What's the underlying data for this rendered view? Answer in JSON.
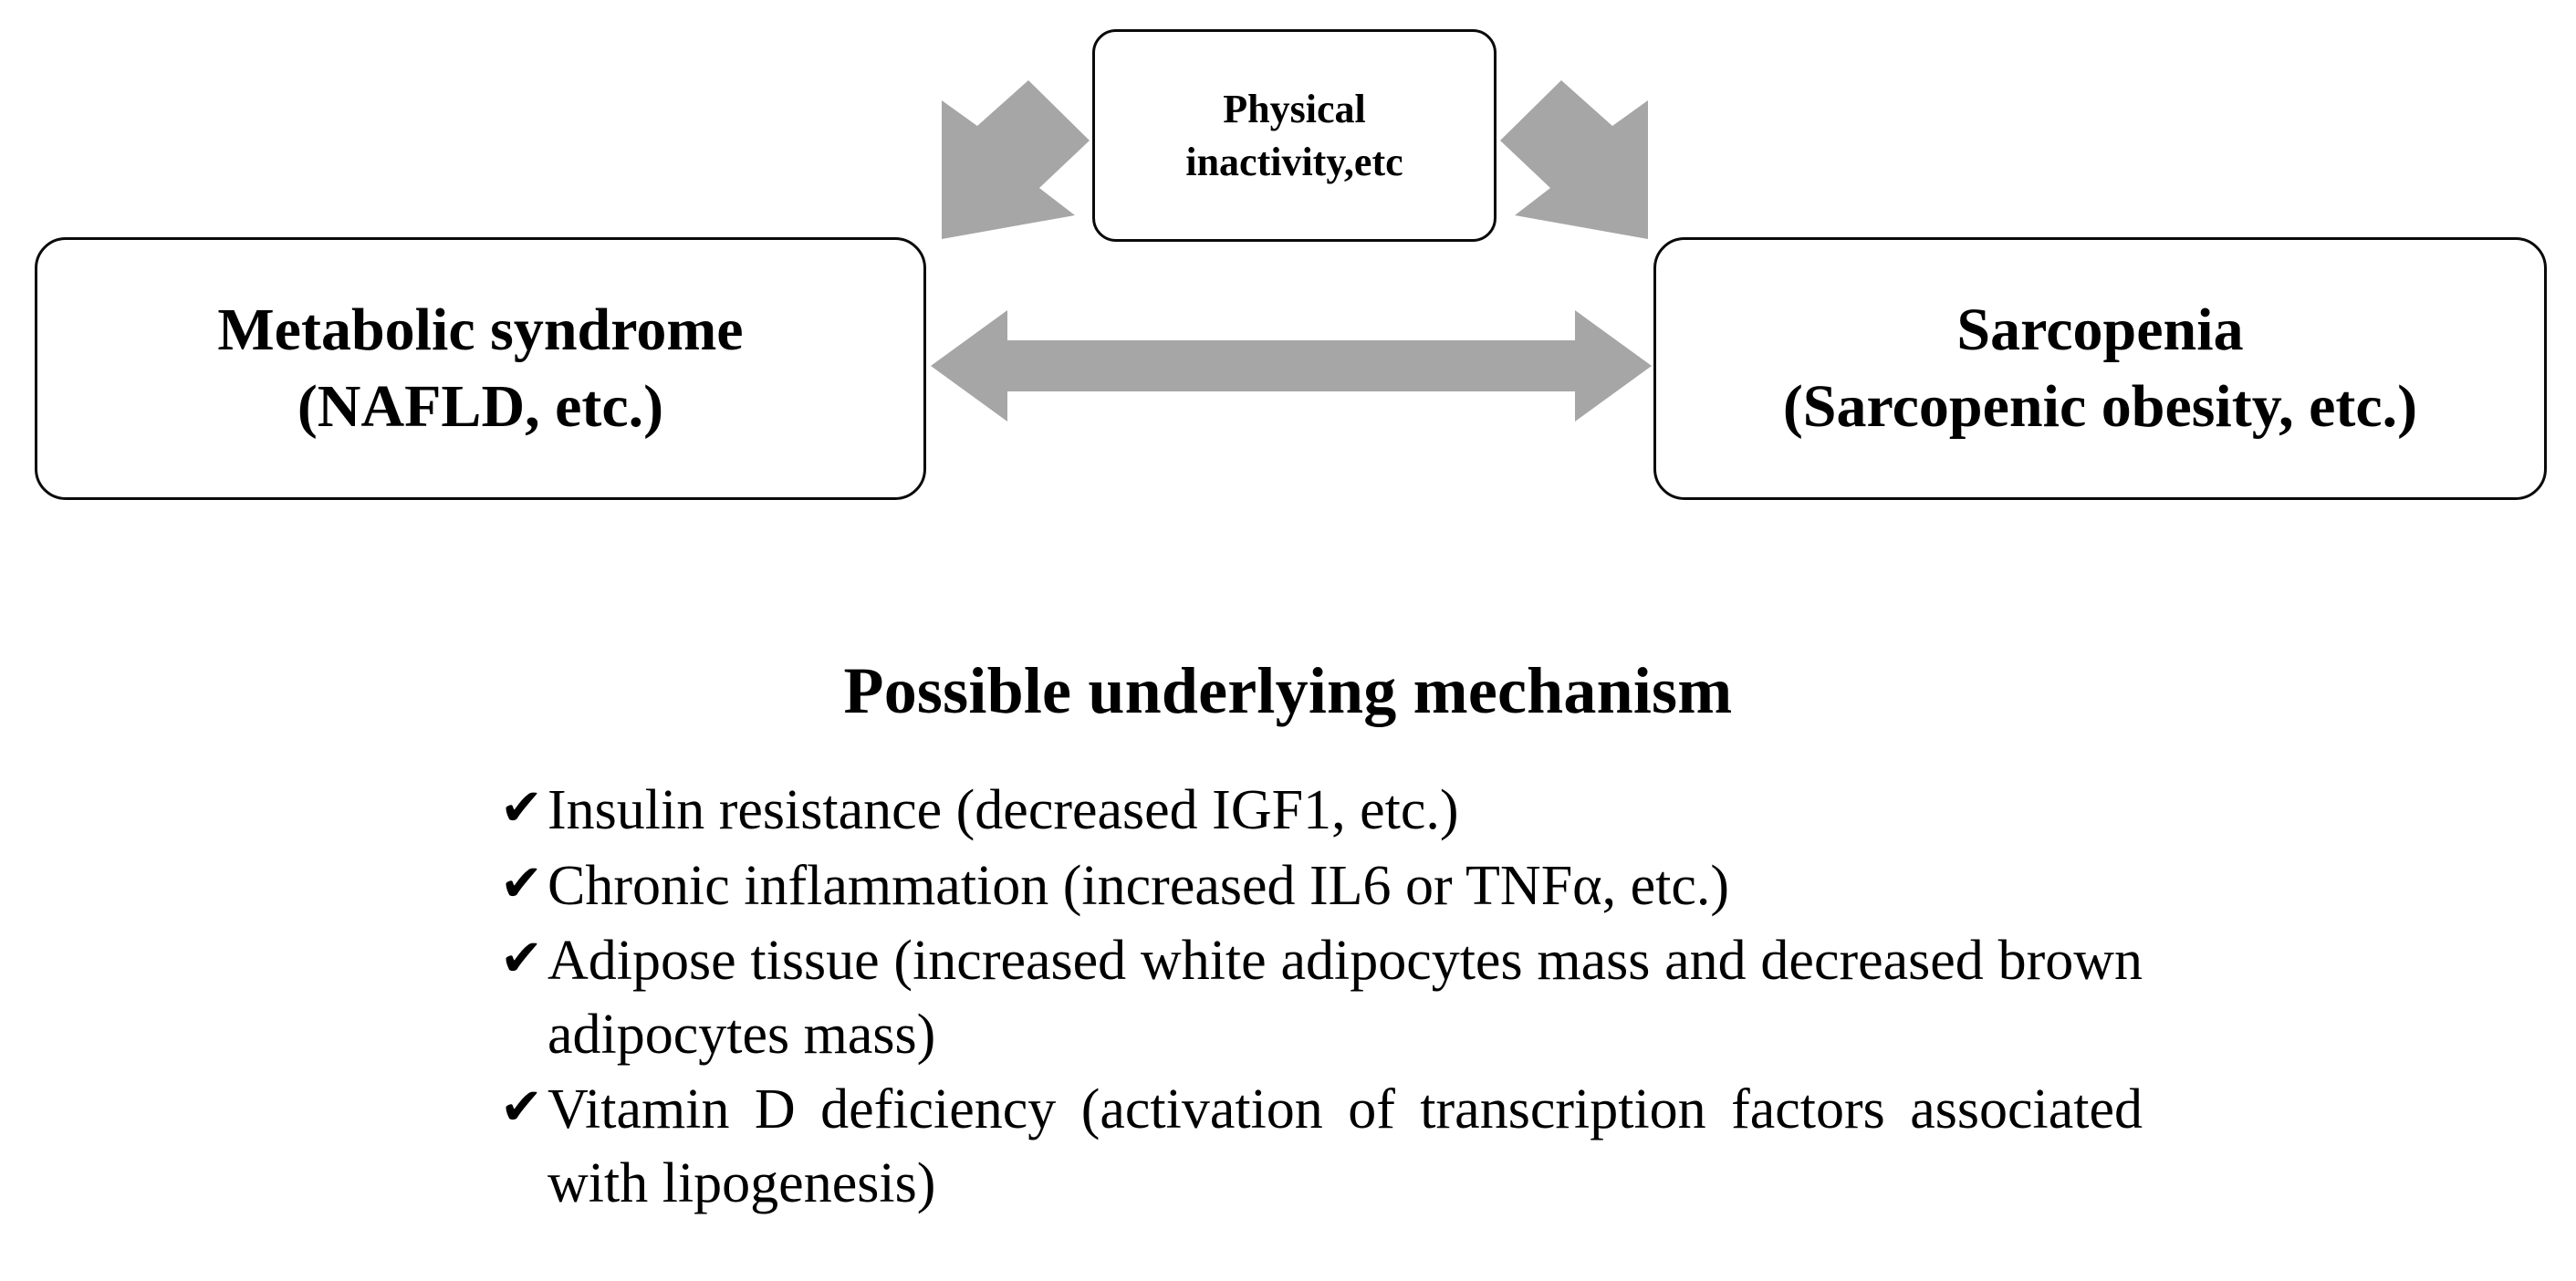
{
  "diagram": {
    "type": "concept-relationship-diagram",
    "nodes": [
      {
        "id": "metabolic-syndrome",
        "lines": [
          "Metabolic syndrome",
          "(NAFLD, etc.)"
        ],
        "shape": "rounded-rectangle",
        "border_color": "#0a0a0a",
        "fill_color": "#ffffff"
      },
      {
        "id": "sarcopenia",
        "lines": [
          "Sarcopenia",
          "(Sarcopenic obesity, etc.)"
        ],
        "shape": "rounded-rectangle",
        "border_color": "#0a0a0a",
        "fill_color": "#ffffff"
      },
      {
        "id": "physical-inactivity",
        "lines": [
          "Physical",
          "inactivity,etc"
        ],
        "shape": "rounded-rectangle",
        "border_color": "#0a0a0a",
        "fill_color": "#ffffff"
      }
    ],
    "arrows": [
      {
        "id": "metabolic-sarcopenia-link",
        "direction": "bidirectional-horizontal",
        "from": "metabolic-syndrome",
        "to": "sarcopenia",
        "color": "#a6a6a6"
      },
      {
        "id": "physical-to-metabolic",
        "direction": "down-left",
        "from": "physical-inactivity",
        "to": "metabolic-syndrome",
        "color": "#a6a6a6"
      },
      {
        "id": "physical-to-sarcopenia",
        "direction": "down-right",
        "from": "physical-inactivity",
        "to": "sarcopenia",
        "color": "#a6a6a6"
      }
    ]
  },
  "mechanism": {
    "heading": "Possible underlying mechanism",
    "bullet_symbol": "✔",
    "items": [
      "Insulin resistance (decreased IGF1, etc.)",
      "Chronic inflammation  (increased IL6 or TNFα, etc.)",
      "Adipose tissue (increased white adipocytes mass and decreased brown adipocytes mass)",
      "Vitamin D deficiency (activation of transcription factors associated with lipogenesis)"
    ]
  },
  "colors": {
    "arrow_gray": "#a6a6a6",
    "border_black": "#0a0a0a",
    "text_black": "#000000",
    "background": "#ffffff"
  }
}
